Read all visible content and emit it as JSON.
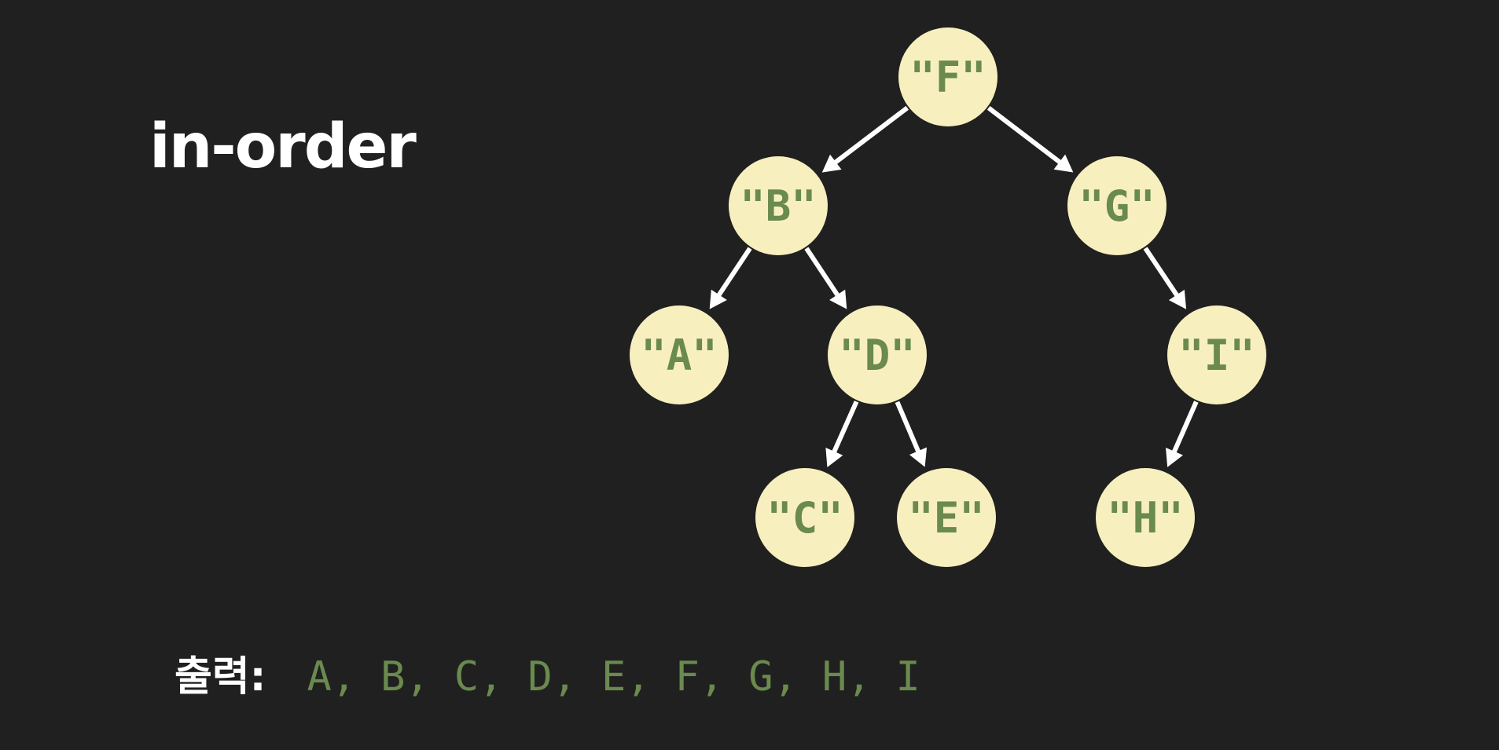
{
  "title": "in-order",
  "colors": {
    "background": "#202020",
    "node_fill": "#f8efbf",
    "node_text": "#6a8a4e",
    "arrow": "#ffffff",
    "title_text": "#ffffff"
  },
  "tree": {
    "nodes": [
      {
        "id": "F",
        "label": "\"F\""
      },
      {
        "id": "B",
        "label": "\"B\""
      },
      {
        "id": "G",
        "label": "\"G\""
      },
      {
        "id": "A",
        "label": "\"A\""
      },
      {
        "id": "D",
        "label": "\"D\""
      },
      {
        "id": "I",
        "label": "\"I\""
      },
      {
        "id": "C",
        "label": "\"C\""
      },
      {
        "id": "E",
        "label": "\"E\""
      },
      {
        "id": "H",
        "label": "\"H\""
      }
    ],
    "edges": [
      {
        "from": "F",
        "to": "B"
      },
      {
        "from": "F",
        "to": "G"
      },
      {
        "from": "B",
        "to": "A"
      },
      {
        "from": "B",
        "to": "D"
      },
      {
        "from": "G",
        "to": "I"
      },
      {
        "from": "D",
        "to": "C"
      },
      {
        "from": "D",
        "to": "E"
      },
      {
        "from": "I",
        "to": "H"
      }
    ]
  },
  "output": {
    "label": "출력:",
    "sequence": [
      "A,",
      "B,",
      "C,",
      "D,",
      "E,",
      "F,",
      "G,",
      "H,",
      "I"
    ]
  }
}
